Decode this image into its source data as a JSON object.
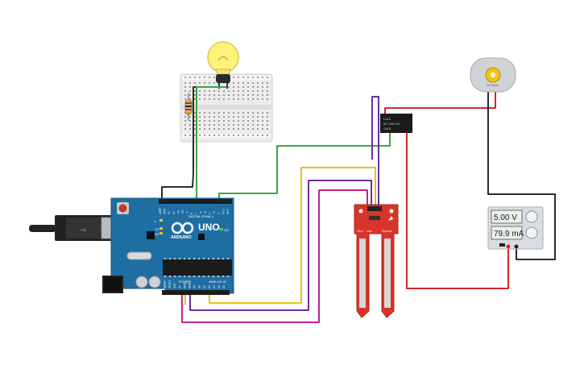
{
  "arduino": {
    "brand": "ARDUINO",
    "model": "UNO",
    "digital_header": "DIGITAL (PWM~)",
    "power_header": "POWER",
    "analog_header": "ANALOG IN",
    "on_label": "ON",
    "tx_label": "TX",
    "rx_label": "RX",
    "l_label": "L",
    "digital_pins": [
      "AREF",
      "GND",
      "13",
      "12",
      "~11",
      "~10",
      "~9",
      "8",
      "7",
      "~6",
      "~5",
      "4",
      "~3",
      "2",
      "TX 1",
      "RX 0"
    ],
    "power_pins": [
      "IOREF",
      "RESET",
      "3.3V",
      "5V",
      "GND",
      "GND",
      "Vin"
    ],
    "analog_pins": [
      "A0",
      "A1",
      "A2",
      "A3",
      "A4",
      "A5"
    ]
  },
  "soil_sensor": {
    "pins": [
      "Gnd",
      "Vcc",
      "Sensor"
    ]
  },
  "relay": {
    "label_line1": "Coil A",
    "label_line2": "NC COM NO",
    "label_line3": "Coil B"
  },
  "motor": {
    "label": "DC Motor"
  },
  "power_supply": {
    "voltage": "5.00 V",
    "current": "79.9 mA"
  },
  "colors": {
    "board": "#1f6ea3",
    "breadboard": "#ececec",
    "sensor": "#d9342b",
    "wire_black": "#2b2b2b",
    "wire_green": "#3aa543",
    "wire_yellow": "#e3c21b",
    "wire_purple": "#6b2fa0",
    "wire_magenta": "#c2228f",
    "wire_red": "#d22727",
    "bulb": "#fff27a"
  }
}
